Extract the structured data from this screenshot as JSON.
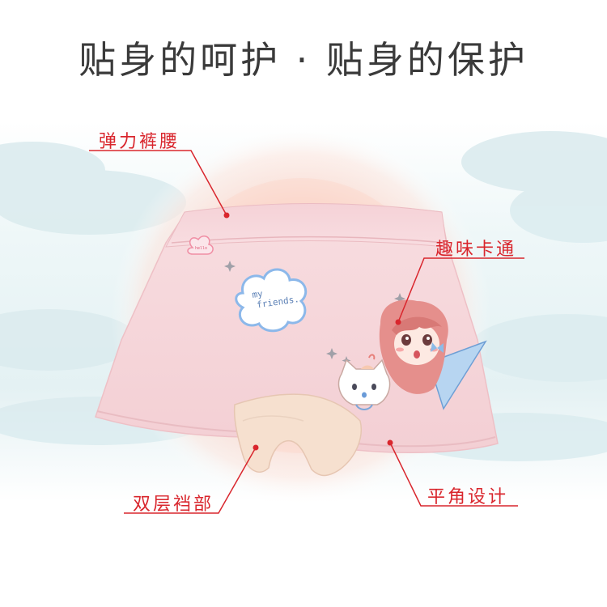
{
  "title": "贴身的呵护 · 贴身的保护",
  "callouts": {
    "waistband": "弹力裤腰",
    "cartoon": "趣味卡通",
    "crotch": "双层裆部",
    "boxer": "平角设计"
  },
  "print_text": {
    "cloud": "my friends."
  },
  "colors": {
    "accent": "#d9262d",
    "fabric": "#f6d6da",
    "halo": "#f7c0b2"
  }
}
